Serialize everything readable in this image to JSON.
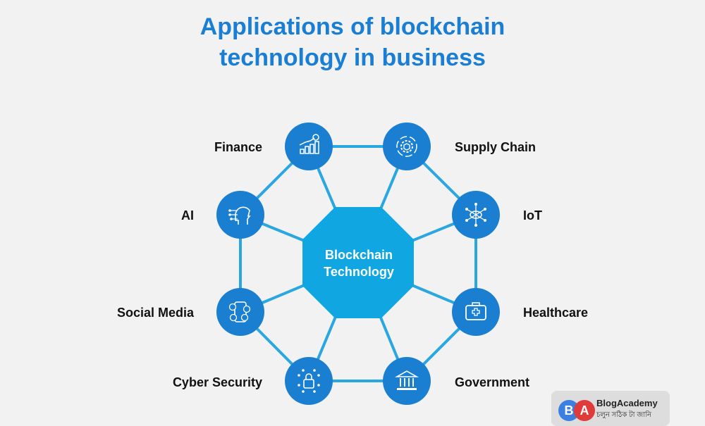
{
  "title_line1": "Applications of blockchain",
  "title_line2": "technology in business",
  "center": {
    "line1": "Blockchain",
    "line2": "Technology"
  },
  "nodes": [
    {
      "label": "Finance",
      "icon": "finance-chart-icon"
    },
    {
      "label": "Supply Chain",
      "icon": "supply-chain-gear-icon"
    },
    {
      "label": "IoT",
      "icon": "iot-cloud-icon"
    },
    {
      "label": "Healthcare",
      "icon": "medical-kit-icon"
    },
    {
      "label": "Government",
      "icon": "government-building-icon"
    },
    {
      "label": "Cyber Security",
      "icon": "cyber-lock-icon"
    },
    {
      "label": "Social Media",
      "icon": "social-phone-icon"
    },
    {
      "label": "AI",
      "icon": "ai-head-icon"
    }
  ],
  "colors": {
    "title": "#1a7fd4",
    "circle": "#1a7fd0",
    "octagon": "#0fa6e2",
    "line": "#2aa7e0"
  },
  "logo": {
    "b": "B",
    "a": "A",
    "name": "BlogAcademy",
    "tagline": "চলুন সঠিক টা জানি"
  }
}
